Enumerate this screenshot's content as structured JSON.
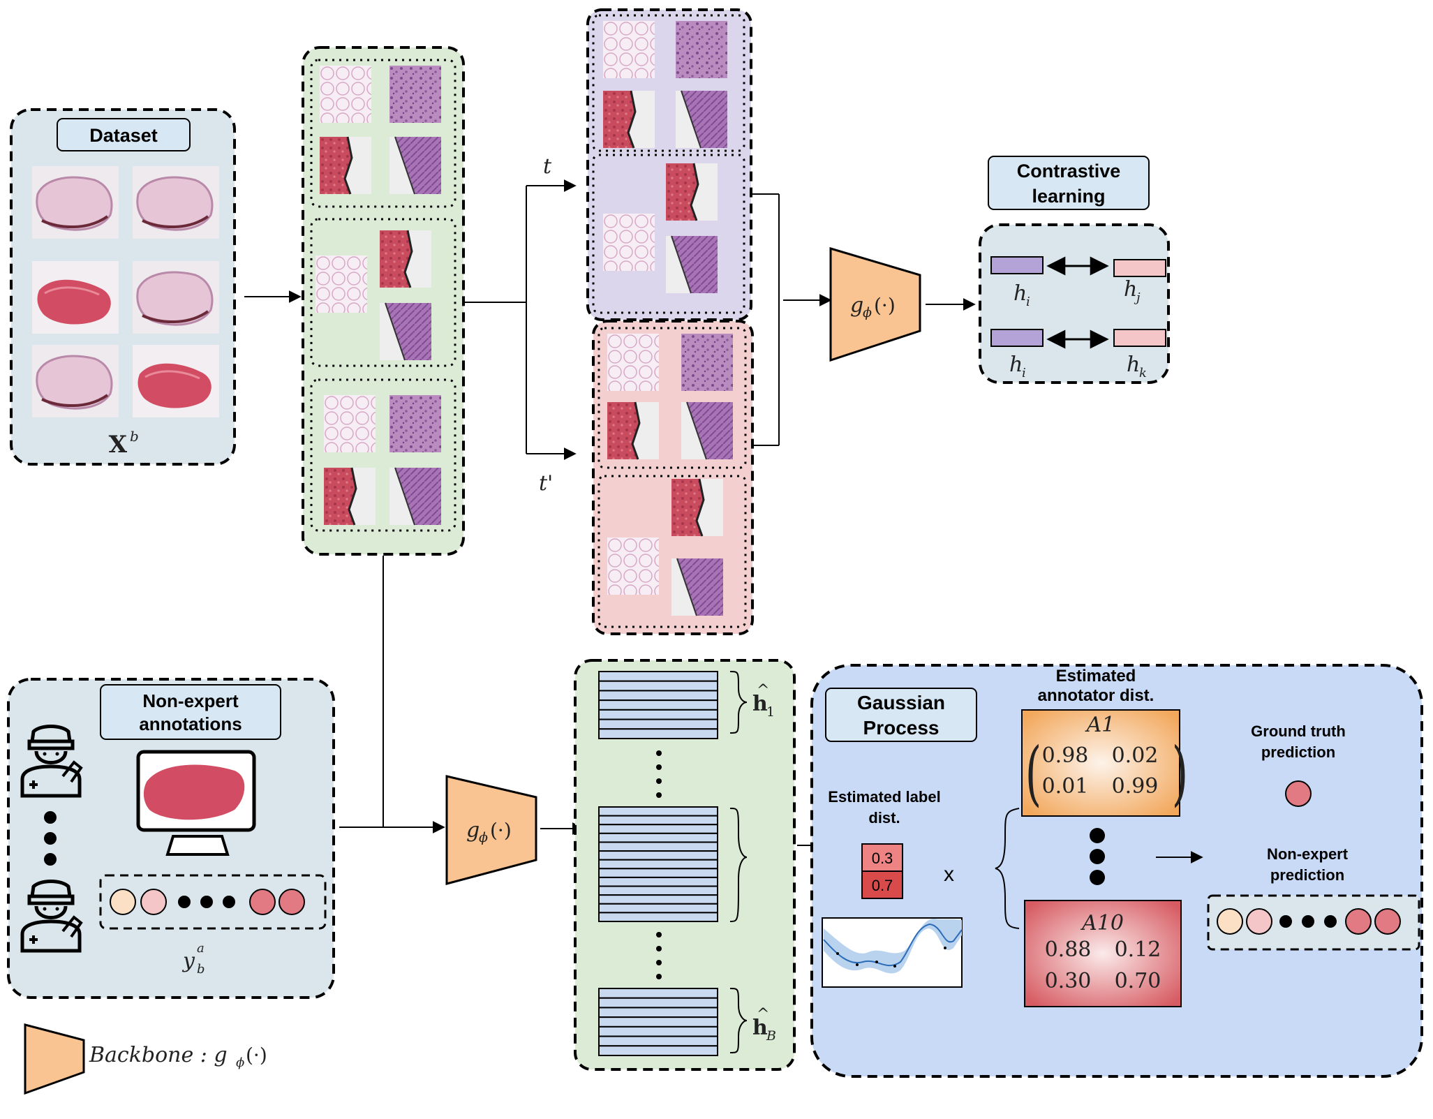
{
  "dataset": {
    "title": "Dataset",
    "symbol": "X",
    "superscript": "b"
  },
  "aug": {
    "t": "t",
    "t_prime": "t'"
  },
  "contrastive": {
    "title_line1": "Contrastive",
    "title_line2": "learning",
    "pair1_left": "h",
    "pair1_left_sub": "i",
    "pair1_right": "h",
    "pair1_right_sub": "j",
    "pair2_left": "h",
    "pair2_left_sub": "i",
    "pair2_right": "h",
    "pair2_right_sub": "k"
  },
  "backbone": {
    "fn": "g",
    "sub": "ϕ",
    "arg": "(·)"
  },
  "annotations": {
    "title_line1": "Non-expert",
    "title_line2": "annotations",
    "symbol": "y",
    "sub": "b",
    "sup": "a"
  },
  "embeddings": {
    "first": "h",
    "first_sub": "1",
    "last": "h",
    "last_sub": "B"
  },
  "gp": {
    "title_line1": "Gaussian",
    "title_line2": "Process",
    "label_dist_line1": "Estimated label",
    "label_dist_line2": "dist.",
    "label_dist_values": [
      "0.3",
      "0.7"
    ],
    "times": "x",
    "annot_dist_line1": "Estimated",
    "annot_dist_line2": "annotator dist.",
    "a1": {
      "name": "A1",
      "m": [
        "0.98",
        "0.02",
        "0.01",
        "0.99"
      ]
    },
    "a10": {
      "name": "A10",
      "m": [
        "0.88",
        "0.12",
        "0.30",
        "0.70"
      ]
    },
    "gt_line1": "Ground truth",
    "gt_line2": "prediction",
    "ne_line1": "Non-expert",
    "ne_line2": "prediction"
  },
  "legend": {
    "label": "Backbone : g",
    "sub": "ϕ",
    "arg": "(·)"
  },
  "colors": {
    "blue_panel": "#dbe6ec",
    "green_panel": "#dcebd5",
    "purple_panel": "#dcd6ec",
    "red_panel": "#f4cfcf",
    "gp_panel": "#c9daf7",
    "backbone": "#f9c491",
    "title_box": "#d7e8f4"
  }
}
